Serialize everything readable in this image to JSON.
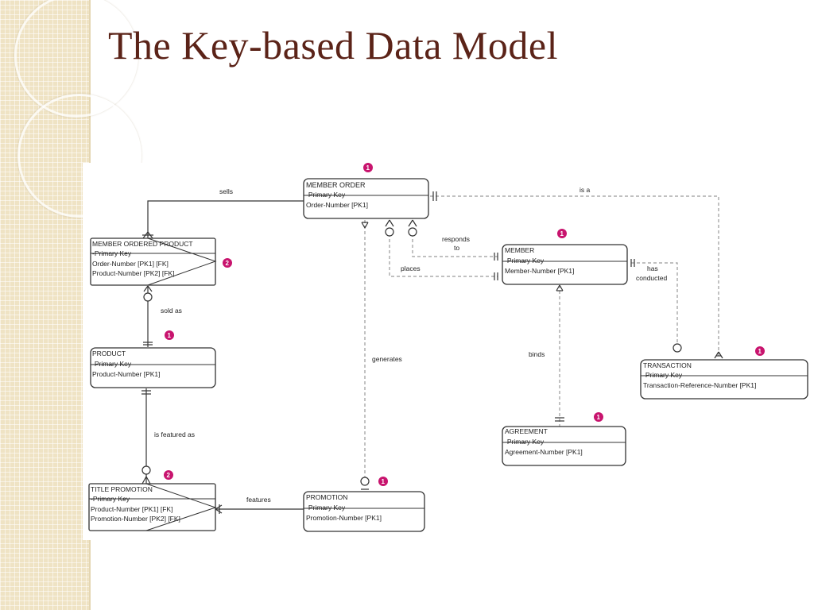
{
  "slide": {
    "title": "The Key-based Data Model"
  },
  "entities": {
    "member_order": {
      "name": "MEMBER ORDER",
      "key_label": "Primary Key",
      "attribute": "Order-Number   [PK1]",
      "badge": "1"
    },
    "member_ordered_product": {
      "name": "MEMBER ORDERED PRODUCT",
      "key_label": "Primary Key",
      "attribute1": "Order-Number   [PK1]  [FK]",
      "attribute2": "Product-Number   [PK2]  [FK]",
      "badge": "2"
    },
    "product": {
      "name": "PRODUCT",
      "key_label": "Primary Key",
      "attribute": "Product-Number   [PK1]",
      "badge": "1"
    },
    "title_promotion": {
      "name": "TITLE PROMOTION",
      "key_label": "Primary Key",
      "attribute1": "Product-Number   [PK1]  [FK]",
      "attribute2": "Promotion-Number   [PK2]  [FK]",
      "badge": "2"
    },
    "promotion": {
      "name": "PROMOTION",
      "key_label": "Primary Key",
      "attribute": "Promotion-Number   [PK1]",
      "badge": "1"
    },
    "member": {
      "name": "MEMBER",
      "key_label": "Primary Key",
      "attribute": "Member-Number   [PK1]",
      "badge": "1"
    },
    "agreement": {
      "name": "AGREEMENT",
      "key_label": "Primary Key",
      "attribute": "Agreement-Number   [PK1]",
      "badge": "1"
    },
    "transaction": {
      "name": "TRANSACTION",
      "key_label": "Primary Key",
      "attribute": "Transaction-Reference-Number   [PK1]",
      "badge": "1"
    }
  },
  "relationships": {
    "sells": "sells",
    "is_a": "is a",
    "responds": "responds",
    "to": "to",
    "places": "places",
    "has": "has",
    "conducted": "conducted",
    "sold_as": "sold as",
    "generates": "generates",
    "binds": "binds",
    "is_featured_as": "is featured as",
    "features": "features"
  },
  "colors": {
    "title": "#5b2318",
    "badge": "#c8146e",
    "band": "#efe3c4",
    "line": "#333333",
    "dashed_line": "#9a9a9a"
  }
}
